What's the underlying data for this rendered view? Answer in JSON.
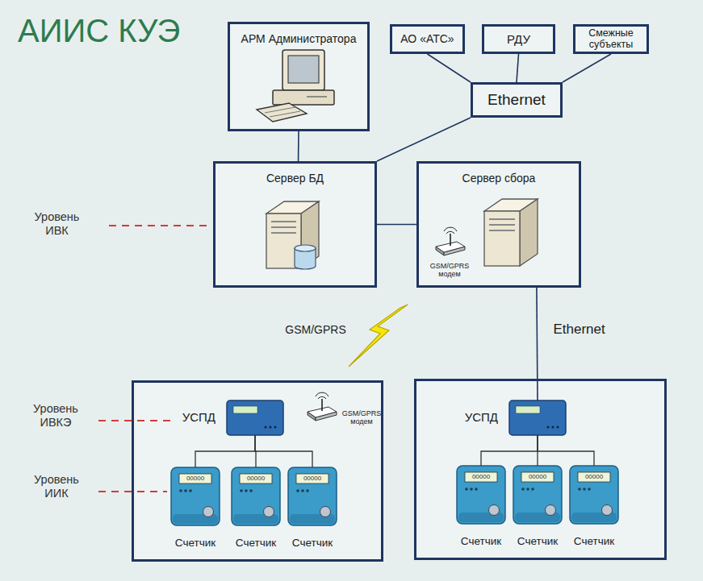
{
  "diagram": {
    "title": "АИИС КУЭ",
    "nodes": [
      {
        "text": [
          "АРМ Администратора"
        ]
      },
      {
        "text": [
          "АО «АТС»"
        ]
      },
      {
        "text": [
          "РДУ"
        ]
      },
      {
        "text": [
          "Смежные субъекты"
        ]
      },
      {
        "text": [
          "Ethernet"
        ]
      },
      {
        "text": [
          "Сервер БД"
        ]
      },
      {
        "text": [
          "Сервер сбора"
        ]
      },
      {
        "text": [
          "GSM/GPRS модем"
        ],
        "in": 6
      },
      {
        "text": []
      },
      {
        "text": [
          "УСПД"
        ],
        "in": 8
      },
      {
        "text": [
          "GSM/GPRS модем"
        ],
        "in": 8
      },
      {
        "text": [
          "00000",
          "Счетчик"
        ],
        "in": 8
      },
      {
        "text": [
          "00000",
          "Счетчик"
        ],
        "in": 8
      },
      {
        "text": [
          "00000",
          "Счетчик"
        ],
        "in": 8
      },
      {
        "text": []
      },
      {
        "text": [
          "УСПД"
        ],
        "in": 14
      },
      {
        "text": [
          "00000",
          "Счетчик"
        ],
        "in": 14
      },
      {
        "text": [
          "00000",
          "Счетчик"
        ],
        "in": 14
      },
      {
        "text": [
          "00000",
          "Счетчик"
        ],
        "in": 14
      }
    ],
    "edges": [
      {
        "from": 0,
        "to": 5,
        "arrow": "none"
      },
      {
        "from": 1,
        "to": 4,
        "arrow": "none"
      },
      {
        "from": 2,
        "to": 4,
        "arrow": "none"
      },
      {
        "from": 3,
        "to": 4,
        "arrow": "none"
      },
      {
        "from": 4,
        "to": 5,
        "arrow": "none"
      },
      {
        "from": 5,
        "to": 6,
        "arrow": "none"
      },
      {
        "from": 6,
        "to": 15,
        "label": "Ethernet",
        "arrow": "none"
      },
      {
        "from": 9,
        "to": 11,
        "arrow": "none"
      },
      {
        "from": 9,
        "to": 12,
        "arrow": "none"
      },
      {
        "from": 9,
        "to": 13,
        "arrow": "none"
      },
      {
        "from": 15,
        "to": 16,
        "arrow": "none"
      },
      {
        "from": 15,
        "to": 17,
        "arrow": "none"
      },
      {
        "from": 15,
        "to": 18,
        "arrow": "none"
      }
    ],
    "labels": [
      "Уровень ИВК",
      "GSM/GPRS",
      "Уровень ИВКЭ",
      "Уровень ИИК"
    ]
  }
}
